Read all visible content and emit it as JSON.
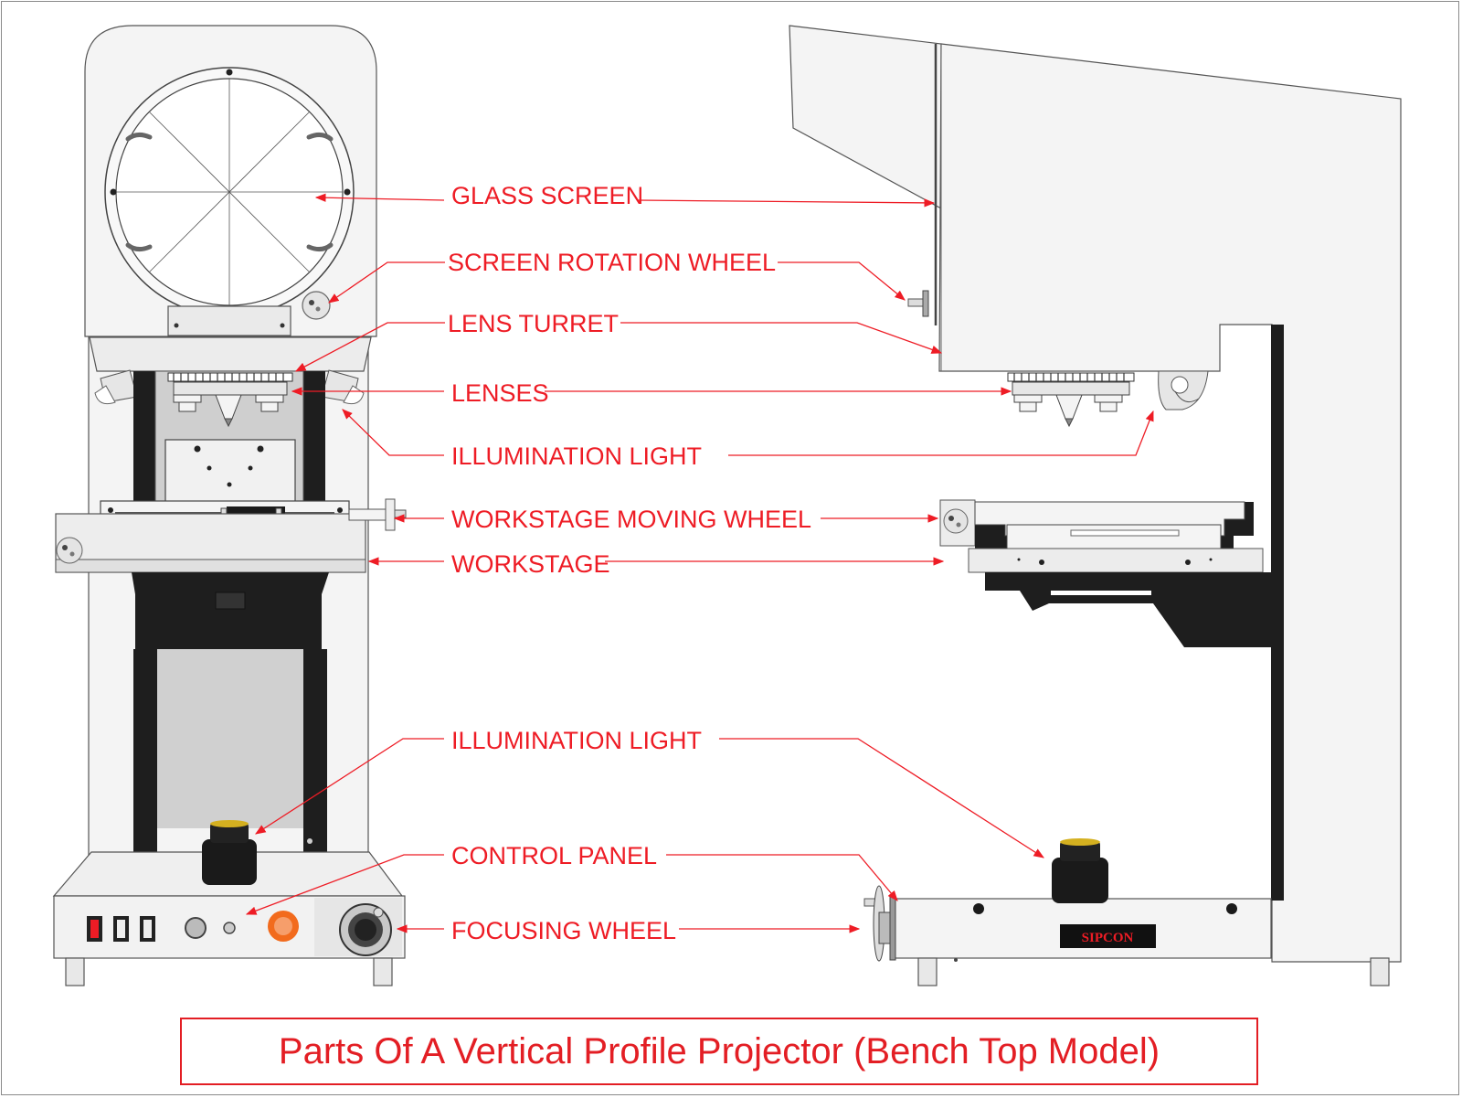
{
  "title": "Parts Of A Vertical Profile Projector (Bench Top Model)",
  "brand": "SIPCON",
  "labels": {
    "glass_screen": "GLASS SCREEN",
    "screen_rotation_wheel": "SCREEN ROTATION WHEEL",
    "lens_turret": "LENS TURRET",
    "lenses": "LENSES",
    "illumination_light_top": "ILLUMINATION LIGHT",
    "workstage_moving_wheel": "WORKSTAGE MOVING WHEEL",
    "workstage": "WORKSTAGE",
    "illumination_light_bottom": "ILLUMINATION LIGHT",
    "control_panel": "CONTROL PANEL",
    "focusing_wheel": "FOCUSING WHEEL"
  },
  "colors": {
    "accent": "#ee1c25",
    "body": "#f2f2f2",
    "dark": "#1e1e1e",
    "lamp_glass": "#d4b020"
  }
}
